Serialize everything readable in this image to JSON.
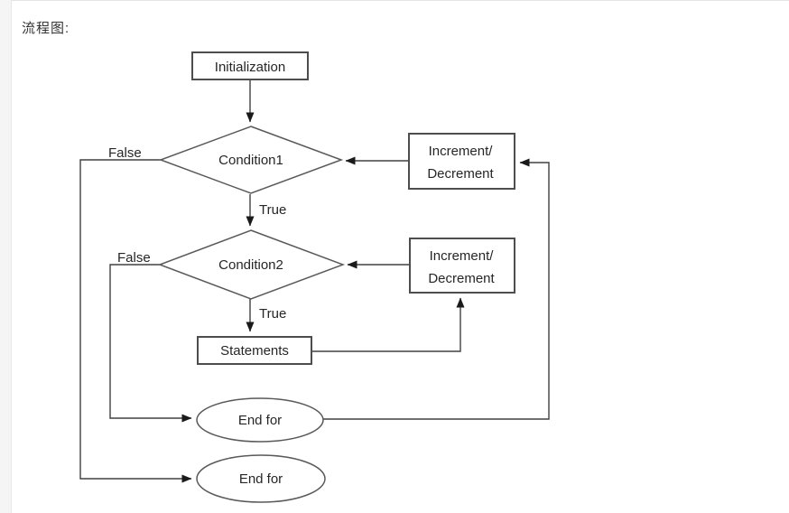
{
  "page": {
    "title": "流程图:"
  },
  "flowchart": {
    "nodes": {
      "initialization": "Initialization",
      "condition1": "Condition1",
      "condition2": "Condition2",
      "increment_decrement_top": {
        "line1": "Increment/",
        "line2": "Decrement"
      },
      "increment_decrement_mid": {
        "line1": "Increment/",
        "line2": "Decrement"
      },
      "statements": "Statements",
      "end_for_inner": "End for",
      "end_for_outer": "End for"
    },
    "edge_labels": {
      "condition1_true": "True",
      "condition1_false": "False",
      "condition2_true": "True",
      "condition2_false": "False"
    },
    "colors": {
      "line": "#404040",
      "box_border": "#4d4d4d",
      "text": "#262626",
      "arrowhead": "#1a1a1a",
      "gutter": "#f5f5f5",
      "background": "#ffffff"
    }
  }
}
